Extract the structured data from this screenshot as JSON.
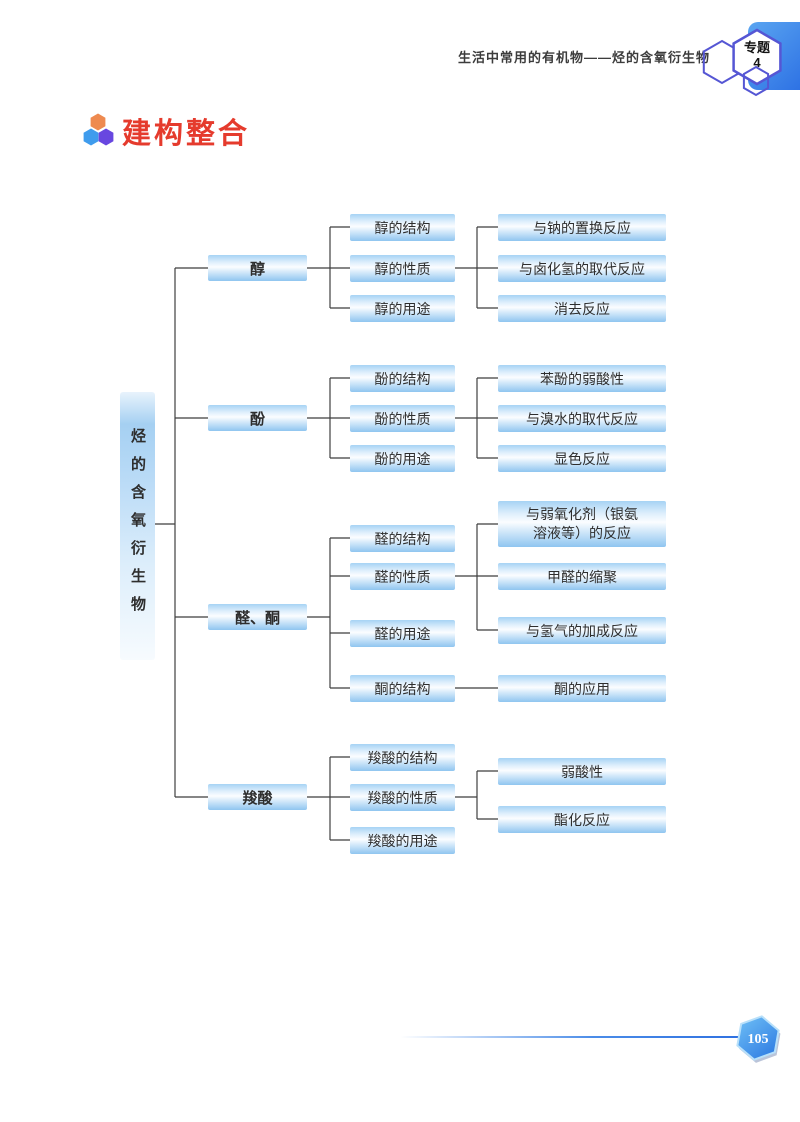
{
  "header": {
    "chapter_title": "生活中常用的有机物——烃的含氧衍生物",
    "badge_line1": "专题",
    "badge_line2": "4"
  },
  "section": {
    "title": "建构整合"
  },
  "diagram": {
    "root": "烃的含氧衍生物",
    "level1": {
      "alcohol": "醇",
      "phenol": "酚",
      "aldehyde_ketone": "醛、酮",
      "carboxylic_acid": "羧酸"
    },
    "level2": {
      "alcohol_structure": "醇的结构",
      "alcohol_properties": "醇的性质",
      "alcohol_uses": "醇的用途",
      "phenol_structure": "酚的结构",
      "phenol_properties": "酚的性质",
      "phenol_uses": "酚的用途",
      "aldehyde_structure": "醛的结构",
      "aldehyde_properties": "醛的性质",
      "aldehyde_uses": "醛的用途",
      "ketone_structure": "酮的结构",
      "acid_structure": "羧酸的结构",
      "acid_properties": "羧酸的性质",
      "acid_uses": "羧酸的用途"
    },
    "level3": {
      "na_displacement": "与钠的置换反应",
      "hx_substitution": "与卤化氢的取代反应",
      "elimination": "消去反应",
      "phenol_weak_acidity": "苯酚的弱酸性",
      "bromine_substitution": "与溴水的取代反应",
      "color_reaction": "显色反应",
      "weak_oxidant_reaction": "与弱氧化剂（银氨\n溶液等）的反应",
      "formaldehyde_condensation": "甲醛的缩聚",
      "h2_addition": "与氢气的加成反应",
      "ketone_application": "酮的应用",
      "weak_acidity": "弱酸性",
      "esterification": "酯化反应"
    }
  },
  "footer": {
    "page_number": "105"
  },
  "colors": {
    "accent_red": "#e53b2d",
    "node_blue": "#8fc5f0",
    "corner_blue": "#2e72e4",
    "hex_outline_indigo": "#5556d4",
    "icon_orange": "#ee8a50",
    "icon_blue": "#3f9ced",
    "icon_purple": "#6847e0"
  }
}
